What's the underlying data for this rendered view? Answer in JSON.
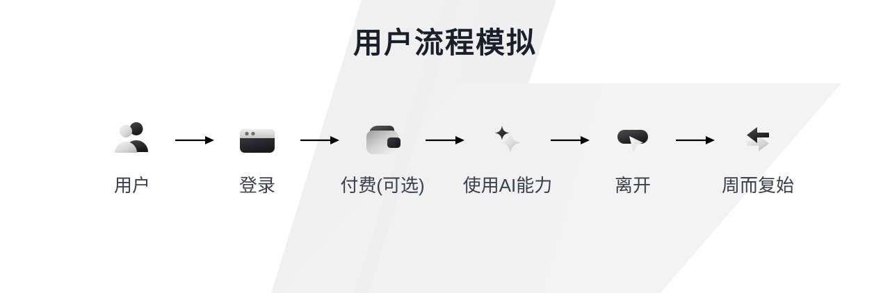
{
  "page": {
    "title": "用户流程模拟",
    "background_color": "#ffffff",
    "accent_shape_color": "#f0f0f0",
    "accent_shape_color_alt": "#eeeeee",
    "title_color": "#1c1e2a",
    "label_color": "#3b3e4c",
    "arrow_color": "#000000"
  },
  "flow": {
    "steps": [
      {
        "label": "用户",
        "icon": "people-icon"
      },
      {
        "label": "登录",
        "icon": "app-window-icon"
      },
      {
        "label": "付费(可选)",
        "icon": "wallet-icon"
      },
      {
        "label": "使用AI能力",
        "icon": "sparkle-icon"
      },
      {
        "label": "离开",
        "icon": "cursor-pointer-icon"
      },
      {
        "label": "周而复始",
        "icon": "loop-arrows-icon"
      }
    ],
    "connectors": [
      {
        "icon": "arrow-right-icon"
      },
      {
        "icon": "arrow-right-icon"
      },
      {
        "icon": "arrow-right-icon"
      },
      {
        "icon": "arrow-right-icon"
      },
      {
        "icon": "arrow-right-icon"
      }
    ]
  }
}
